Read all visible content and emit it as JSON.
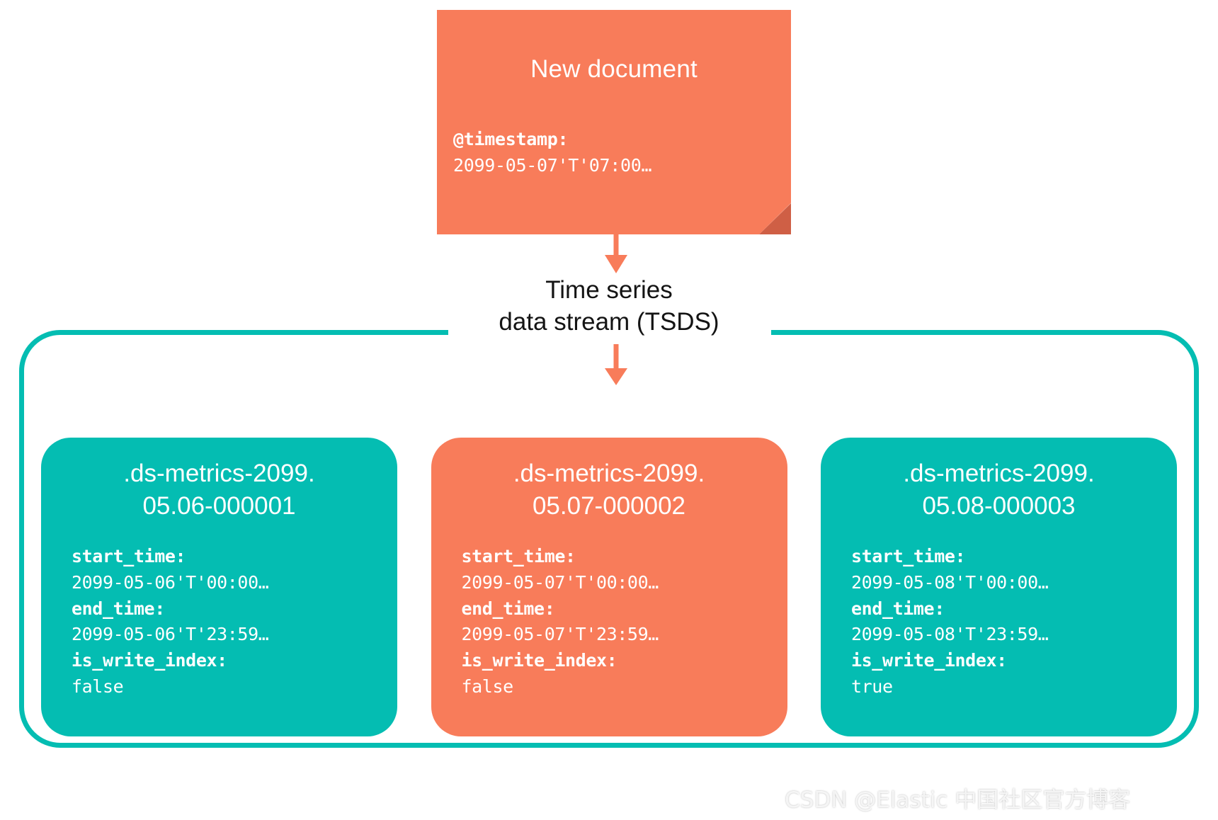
{
  "colors": {
    "orange": "#f87c5a",
    "orange_fold": "#cf5f45",
    "teal": "#04bdb2",
    "text_dark": "#141414",
    "white": "#ffffff"
  },
  "document_note": {
    "title": "New document",
    "fields": [
      {
        "key": "@timestamp:",
        "value": "2099-05-07'T'07:00…"
      }
    ]
  },
  "flow": {
    "arrow_top_name": "arrow-document-to-tsds",
    "arrow_bottom_name": "arrow-tsds-to-write-index"
  },
  "tsds": {
    "label_line1": "Time series",
    "label_line2": "data stream (TSDS)",
    "indices": [
      {
        "name": ".ds-metrics-2099.05.06-000001",
        "title_line1": ".ds-metrics-2099.",
        "title_line2": "05.06-000001",
        "color": "teal",
        "fields": [
          {
            "key": "start_time:",
            "value": "2099-05-06'T'00:00…"
          },
          {
            "key": "end_time:",
            "value": "2099-05-06'T'23:59…"
          },
          {
            "key": "is_write_index:",
            "value": "false"
          }
        ]
      },
      {
        "name": ".ds-metrics-2099.05.07-000002",
        "title_line1": ".ds-metrics-2099.",
        "title_line2": "05.07-000002",
        "color": "orange",
        "fields": [
          {
            "key": "start_time:",
            "value": "2099-05-07'T'00:00…"
          },
          {
            "key": "end_time:",
            "value": "2099-05-07'T'23:59…"
          },
          {
            "key": "is_write_index:",
            "value": "false"
          }
        ]
      },
      {
        "name": ".ds-metrics-2099.05.08-000003",
        "title_line1": ".ds-metrics-2099.",
        "title_line2": "05.08-000003",
        "color": "teal",
        "fields": [
          {
            "key": "start_time:",
            "value": "2099-05-08'T'00:00…"
          },
          {
            "key": "end_time:",
            "value": "2099-05-08'T'23:59…"
          },
          {
            "key": "is_write_index:",
            "value": "true"
          }
        ]
      }
    ]
  },
  "watermark": {
    "text": "CSDN @Elastic 中国社区官方博客"
  }
}
